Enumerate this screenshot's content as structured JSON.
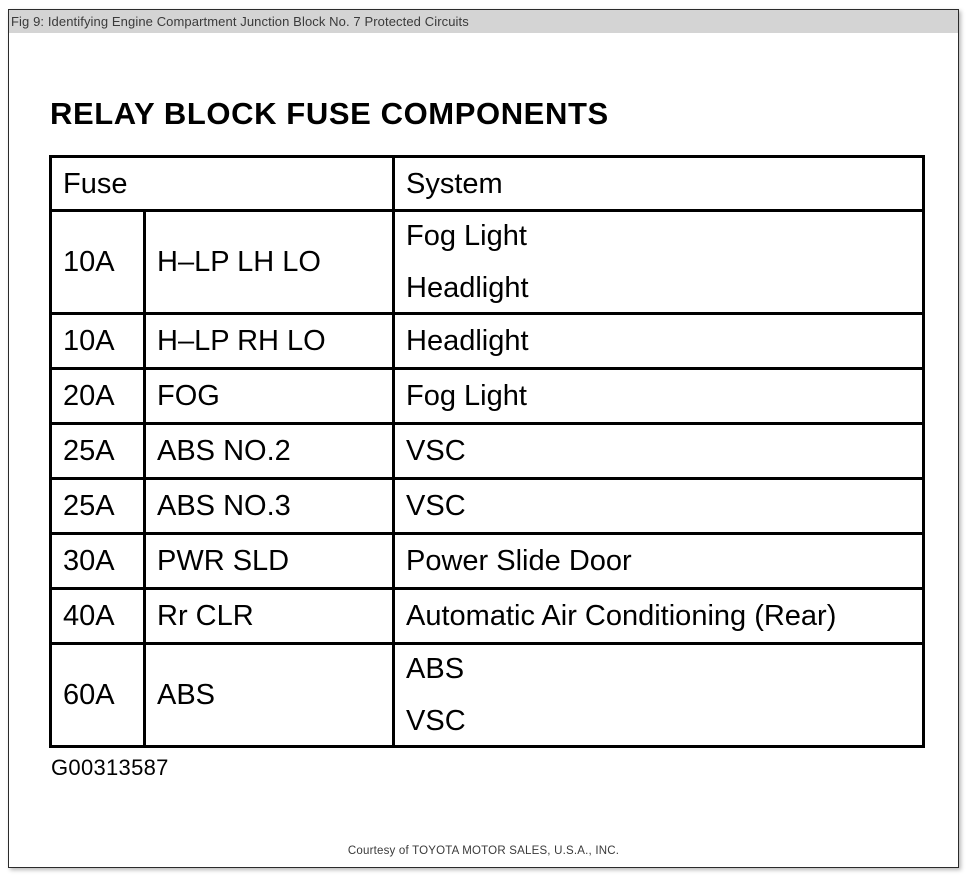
{
  "title_bar": {
    "caption": "Fig 9: Identifying Engine Compartment Junction Block No. 7 Protected Circuits"
  },
  "figure": {
    "heading": "RELAY BLOCK FUSE COMPONENTS",
    "figure_id": "G00313587",
    "courtesy": "Courtesy of TOYOTA MOTOR SALES, U.S.A., INC."
  },
  "table": {
    "headers": {
      "fuse": "Fuse",
      "system": "System"
    },
    "rows": [
      {
        "amperage": "10A",
        "name": "H–LP LH LO",
        "system_lines": [
          "Fog Light",
          "Headlight"
        ]
      },
      {
        "amperage": "10A",
        "name": "H–LP RH LO",
        "system_lines": [
          "Headlight"
        ]
      },
      {
        "amperage": "20A",
        "name": "FOG",
        "system_lines": [
          "Fog Light"
        ]
      },
      {
        "amperage": "25A",
        "name": "ABS NO.2",
        "system_lines": [
          "VSC"
        ]
      },
      {
        "amperage": "25A",
        "name": "ABS NO.3",
        "system_lines": [
          "VSC"
        ]
      },
      {
        "amperage": "30A",
        "name": "PWR SLD",
        "system_lines": [
          "Power Slide Door"
        ]
      },
      {
        "amperage": "40A",
        "name": "Rr CLR",
        "system_lines": [
          "Automatic Air Conditioning (Rear)"
        ]
      },
      {
        "amperage": "60A",
        "name": "ABS",
        "system_lines": [
          "ABS",
          "VSC"
        ]
      }
    ]
  },
  "colors": {
    "title_bar_bg": "#d4d4d4",
    "title_bar_text": "#3a3a3a",
    "page_bg": "#ffffff",
    "frame_border": "#2b2b2b",
    "ink": "#000000"
  }
}
